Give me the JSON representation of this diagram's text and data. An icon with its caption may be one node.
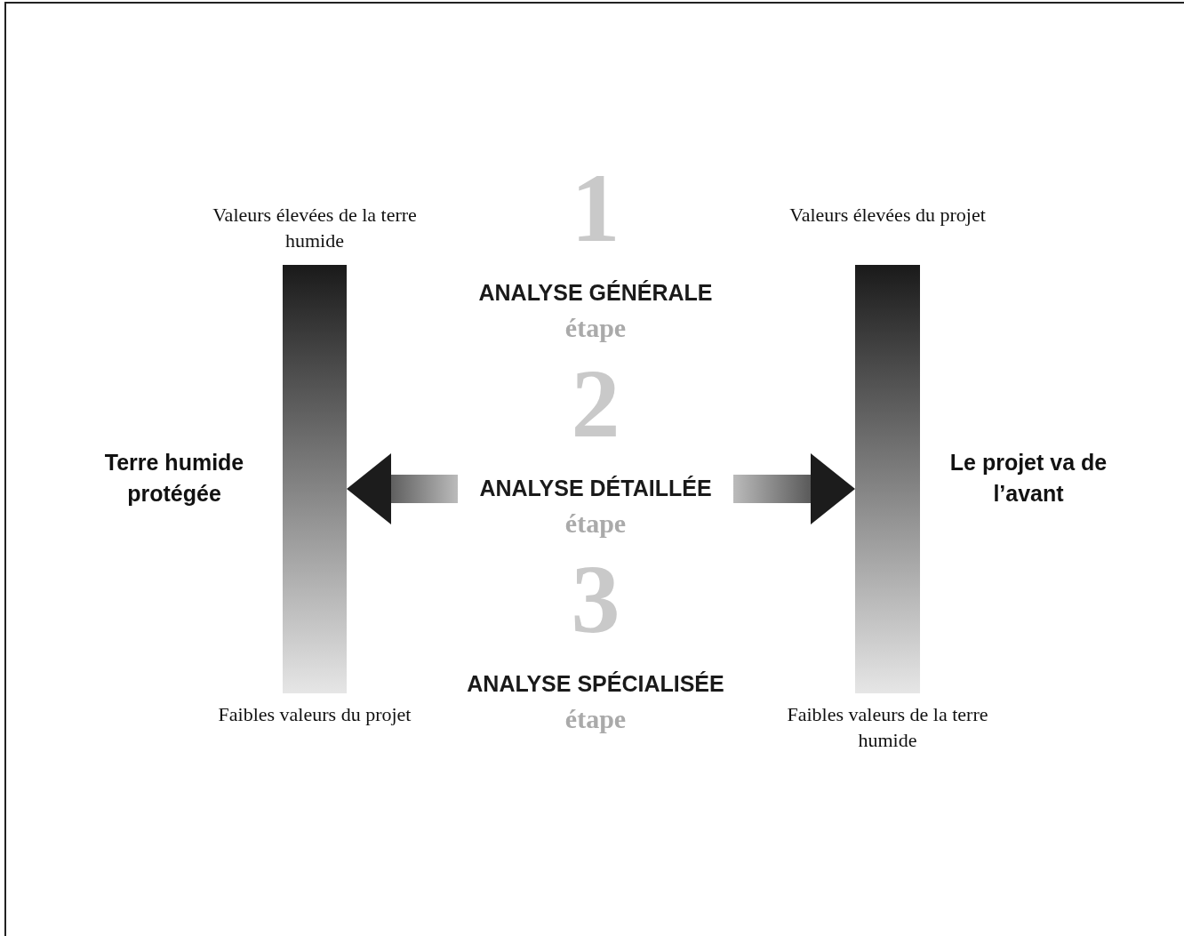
{
  "diagram": {
    "nodes": [
      {
        "text": [
          "1",
          "ANALYSE GÉNÉRALE",
          "étape"
        ]
      },
      {
        "text": [
          "2",
          "ANALYSE DÉTAILLÉE",
          "étape"
        ]
      },
      {
        "text": [
          "3",
          "ANALYSE SPÉCIALISÉE",
          "étape"
        ]
      },
      {
        "text": [],
        "shape": "bar",
        "beside": [
          "Valeurs élevées de la terre humide",
          "Terre humide protégée",
          "Faibles valeurs du projet"
        ]
      },
      {
        "text": [],
        "shape": "bar",
        "beside": [
          "Valeurs élevées du projet",
          "Le projet va de l’avant",
          "Faibles valeurs de la terre humide"
        ]
      }
    ],
    "edges": [
      {
        "from": 1,
        "to": 3,
        "arrow": "to"
      },
      {
        "from": 1,
        "to": 4,
        "arrow": "to"
      }
    ]
  }
}
